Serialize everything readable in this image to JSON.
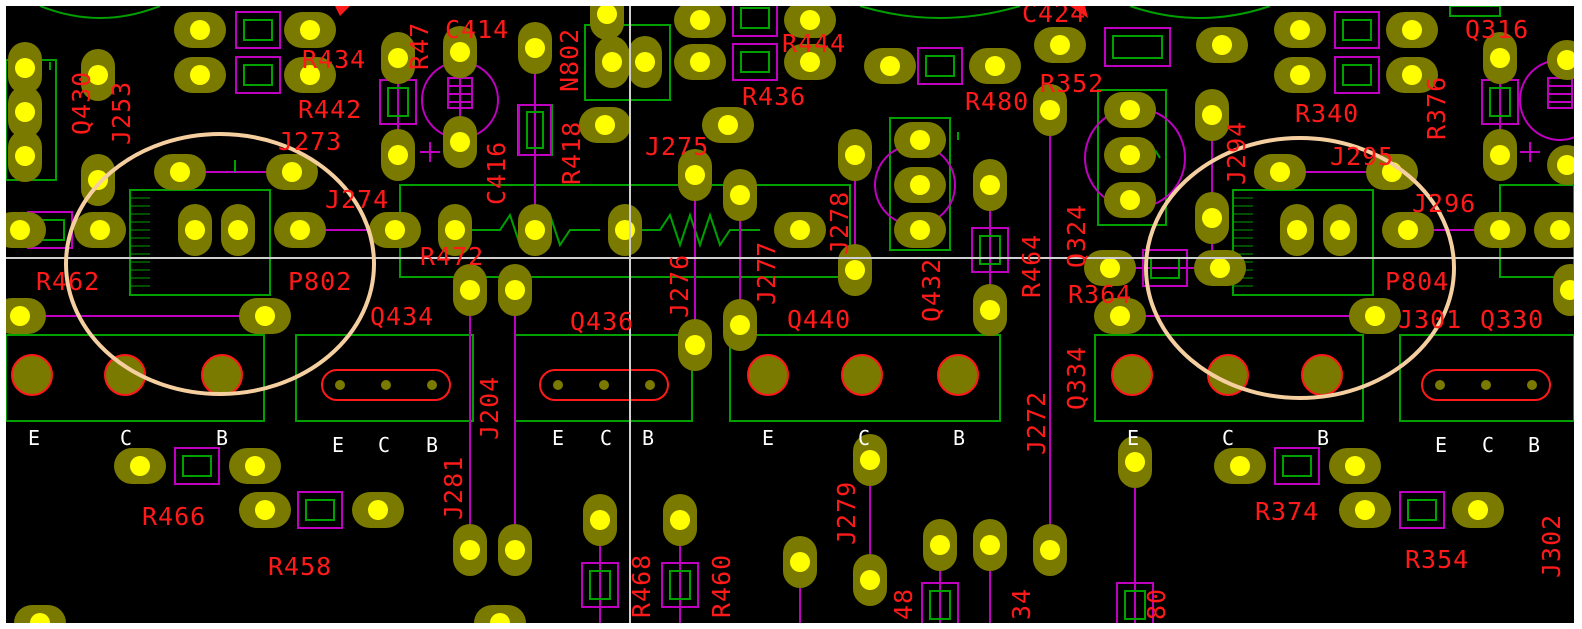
{
  "board": {
    "colors": {
      "background": "#000000",
      "pad": "#7a7a00",
      "drill": "#ffff00",
      "silkscreen": "#00a000",
      "trace": "#c000c0",
      "ref_text": "#ff1a1a",
      "pin_text": "#ffffff",
      "highlight": "#f5cfa0",
      "crosshair": "#d0d0d0"
    },
    "highlight_circles": [
      "highlight-ellipse-left",
      "highlight-ellipse-right"
    ]
  },
  "labels": [
    {
      "id": "R434",
      "text": "R434"
    },
    {
      "id": "R47",
      "text": "R47"
    },
    {
      "id": "C414",
      "text": "C414"
    },
    {
      "id": "N802",
      "text": "N802"
    },
    {
      "id": "R444",
      "text": "R444"
    },
    {
      "id": "C424",
      "text": "C424"
    },
    {
      "id": "Q316",
      "text": "Q316"
    },
    {
      "id": "Q430",
      "text": "Q430"
    },
    {
      "id": "J253",
      "text": "J253"
    },
    {
      "id": "R442",
      "text": "R442"
    },
    {
      "id": "J273",
      "text": "J273"
    },
    {
      "id": "C416",
      "text": "C416"
    },
    {
      "id": "R418",
      "text": "R418"
    },
    {
      "id": "J275",
      "text": "J275"
    },
    {
      "id": "R436",
      "text": "R436"
    },
    {
      "id": "R480",
      "text": "R480"
    },
    {
      "id": "R352",
      "text": "R352"
    },
    {
      "id": "R340",
      "text": "R340"
    },
    {
      "id": "R376",
      "text": "R376"
    },
    {
      "id": "J274",
      "text": "J274"
    },
    {
      "id": "J294",
      "text": "J294"
    },
    {
      "id": "J295",
      "text": "J295"
    },
    {
      "id": "J296",
      "text": "J296"
    },
    {
      "id": "R462",
      "text": "R462"
    },
    {
      "id": "P802",
      "text": "P802"
    },
    {
      "id": "R472",
      "text": "R472"
    },
    {
      "id": "J276",
      "text": "J276"
    },
    {
      "id": "J277",
      "text": "J277"
    },
    {
      "id": "J278",
      "text": "J278"
    },
    {
      "id": "Q432",
      "text": "Q432"
    },
    {
      "id": "R464",
      "text": "R464"
    },
    {
      "id": "Q324",
      "text": "Q324"
    },
    {
      "id": "R364",
      "text": "R364"
    },
    {
      "id": "P804",
      "text": "P804"
    },
    {
      "id": "Q434",
      "text": "Q434"
    },
    {
      "id": "Q436",
      "text": "Q436"
    },
    {
      "id": "Q440",
      "text": "Q440"
    },
    {
      "id": "J301",
      "text": "J301"
    },
    {
      "id": "Q330",
      "text": "Q330"
    },
    {
      "id": "Q334",
      "text": "Q334"
    },
    {
      "id": "J204",
      "text": "J204"
    },
    {
      "id": "J272",
      "text": "J272"
    },
    {
      "id": "J281",
      "text": "J281"
    },
    {
      "id": "J279",
      "text": "J279"
    },
    {
      "id": "R466",
      "text": "R466"
    },
    {
      "id": "R458",
      "text": "R458"
    },
    {
      "id": "R468",
      "text": "R468"
    },
    {
      "id": "R460",
      "text": "R460"
    },
    {
      "id": "R374",
      "text": "R374"
    },
    {
      "id": "R354",
      "text": "R354"
    },
    {
      "id": "J302",
      "text": "J302"
    },
    {
      "id": "48",
      "text": "48"
    },
    {
      "id": "34",
      "text": "34"
    },
    {
      "id": "80",
      "text": "80"
    }
  ],
  "pin_labels": {
    "E": "E",
    "C": "C",
    "B": "B"
  }
}
